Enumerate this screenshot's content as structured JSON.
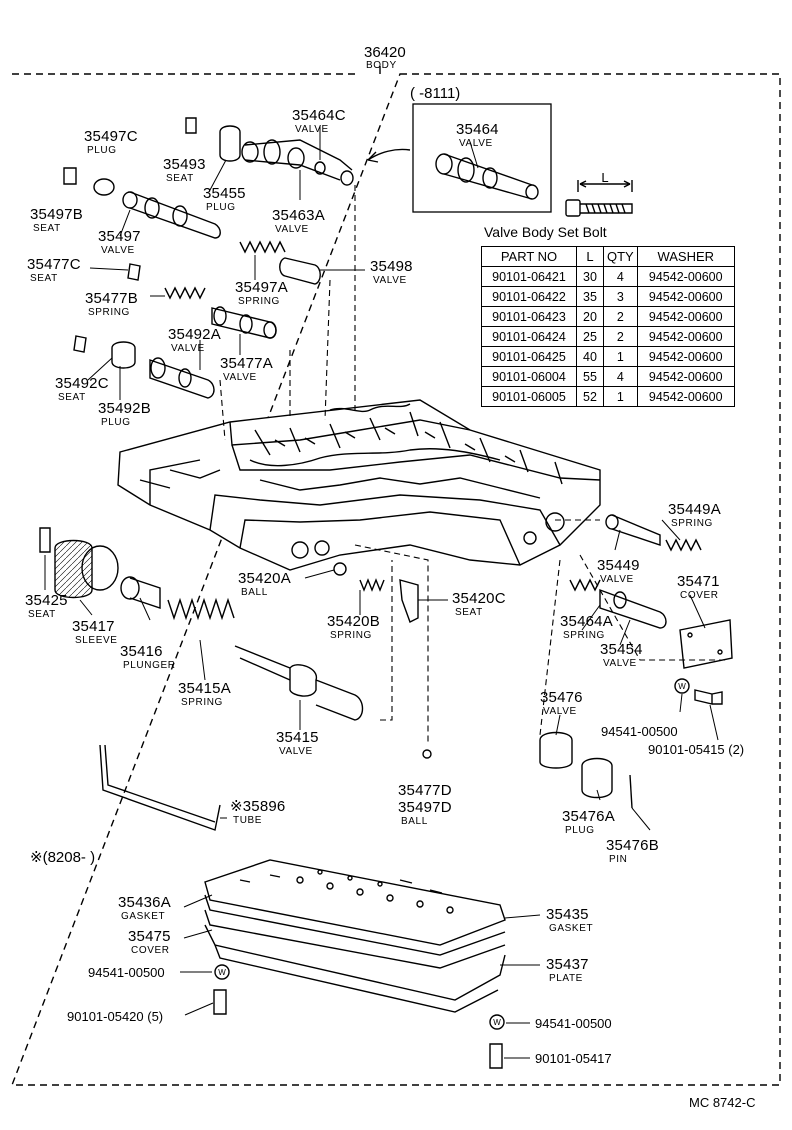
{
  "header": {
    "part": "36420",
    "name": "BODY"
  },
  "inset_range": "(        -8111)",
  "note": "※(8208-        )",
  "drawing_code": "MC  8742-C",
  "bolt_dimension_label": "L",
  "bolt_table": {
    "title": "Valve Body Set Bolt",
    "columns": [
      "PART NO",
      "L",
      "QTY",
      "WASHER"
    ],
    "rows": [
      [
        "90101-06421",
        "30",
        "4",
        "94542-00600"
      ],
      [
        "90101-06422",
        "35",
        "3",
        "94542-00600"
      ],
      [
        "90101-06423",
        "20",
        "2",
        "94542-00600"
      ],
      [
        "90101-06424",
        "25",
        "2",
        "94542-00600"
      ],
      [
        "90101-06425",
        "40",
        "1",
        "94542-00600"
      ],
      [
        "90101-06004",
        "55",
        "4",
        "94542-00600"
      ],
      [
        "90101-06005",
        "52",
        "1",
        "94542-00600"
      ]
    ]
  },
  "washer_symbol": "W",
  "callouts": [
    {
      "id": "35497C",
      "name": "PLUG"
    },
    {
      "id": "35493",
      "name": "SEAT"
    },
    {
      "id": "35464C",
      "name": "VALVE"
    },
    {
      "id": "35464",
      "name": "VALVE"
    },
    {
      "id": "35455",
      "name": "PLUG"
    },
    {
      "id": "35463A",
      "name": "VALVE"
    },
    {
      "id": "35497B",
      "name": "SEAT"
    },
    {
      "id": "35497",
      "name": "VALVE"
    },
    {
      "id": "35477C",
      "name": "SEAT"
    },
    {
      "id": "35497A",
      "name": "SPRING"
    },
    {
      "id": "35498",
      "name": "VALVE"
    },
    {
      "id": "35477B",
      "name": "SPRING"
    },
    {
      "id": "35492A",
      "name": "VALVE"
    },
    {
      "id": "35477A",
      "name": "VALVE"
    },
    {
      "id": "35492C",
      "name": "SEAT"
    },
    {
      "id": "35492B",
      "name": "PLUG"
    },
    {
      "id": "35449A",
      "name": "SPRING"
    },
    {
      "id": "35449",
      "name": "VALVE"
    },
    {
      "id": "35471",
      "name": "COVER"
    },
    {
      "id": "35425",
      "name": "SEAT"
    },
    {
      "id": "35417",
      "name": "SLEEVE"
    },
    {
      "id": "35416",
      "name": "PLUNGER"
    },
    {
      "id": "35420A",
      "name": "BALL"
    },
    {
      "id": "35420C",
      "name": "SEAT"
    },
    {
      "id": "35420B",
      "name": "SPRING"
    },
    {
      "id": "35464A",
      "name": "SPRING"
    },
    {
      "id": "35454",
      "name": "VALVE"
    },
    {
      "id": "35415A",
      "name": "SPRING"
    },
    {
      "id": "35415",
      "name": "VALVE"
    },
    {
      "id": "35476",
      "name": "VALVE"
    },
    {
      "id": "35477D\n35497D",
      "name": "BALL"
    },
    {
      "id": "35476A",
      "name": "PLUG"
    },
    {
      "id": "35476B",
      "name": "PIN"
    },
    {
      "id": "※35896",
      "name": "TUBE"
    },
    {
      "id": "35436A",
      "name": "GASKET"
    },
    {
      "id": "35435",
      "name": "GASKET"
    },
    {
      "id": "35475",
      "name": "COVER"
    },
    {
      "id": "35437",
      "name": "PLATE"
    }
  ],
  "hardware": {
    "washer_cover": "94541-00500",
    "bolt_cover": "90101-05415 (2)",
    "washer_left": "94541-00500",
    "bolt_left": "90101-05420 (5)",
    "washer_right": "94541-00500",
    "bolt_right": "90101-05417"
  }
}
